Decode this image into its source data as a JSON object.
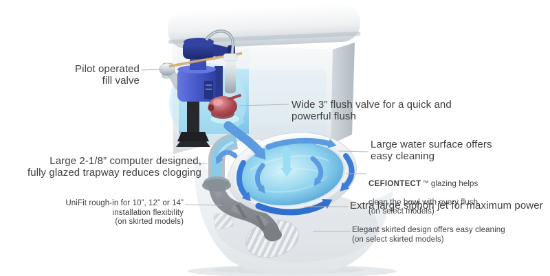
{
  "colors": {
    "background": "#ffffff",
    "label_text": "#3d3d3d",
    "leader_line": "#b5b5b5",
    "water_light": "#bfe9f5",
    "water_mid": "#7cc4e8",
    "water_deep": "#4a94cc",
    "arrow_blue": "#3b7cd8",
    "arrow_light": "#5b9be0",
    "arrow_deep": "#2f6fd0",
    "arrow_cyan": "#9adef5",
    "valve_blue": "#4456c8",
    "valve_navy": "#26338e",
    "flapper_red": "#b04a52",
    "trapway_gray": "#3f444a",
    "porcelain": "#f2f4f6",
    "porcelain_shadow": "#c9d0d6",
    "rod_tan": "#d8b06a"
  },
  "labels": {
    "pilot": {
      "text": "Pilot operated\nfill valve"
    },
    "flush_valve": {
      "text": "Wide 3” flush valve for a quick and\npowerful flush"
    },
    "water_surface": {
      "text": "Large water surface offers\neasy cleaning"
    },
    "cefiontect": {
      "brand": "CEFIONTECT",
      "tm": "™",
      "rest": " glazing helps",
      "lines23": "clean the bowl with every flush\n(on select models)"
    },
    "trapway": {
      "text": "Large 2-1/8” computer designed,\nfully glazed trapway reduces clogging"
    },
    "unifit": {
      "text": "UniFit rough-in for 10”, 12” or 14”\ninstallation flexibility\n(on skirted models)"
    },
    "siphon": {
      "text": "Extra large siphon jet for maximum power"
    },
    "skirted": {
      "text": "Elegant skirted design offers easy cleaning\n(on select skirted models)"
    }
  }
}
